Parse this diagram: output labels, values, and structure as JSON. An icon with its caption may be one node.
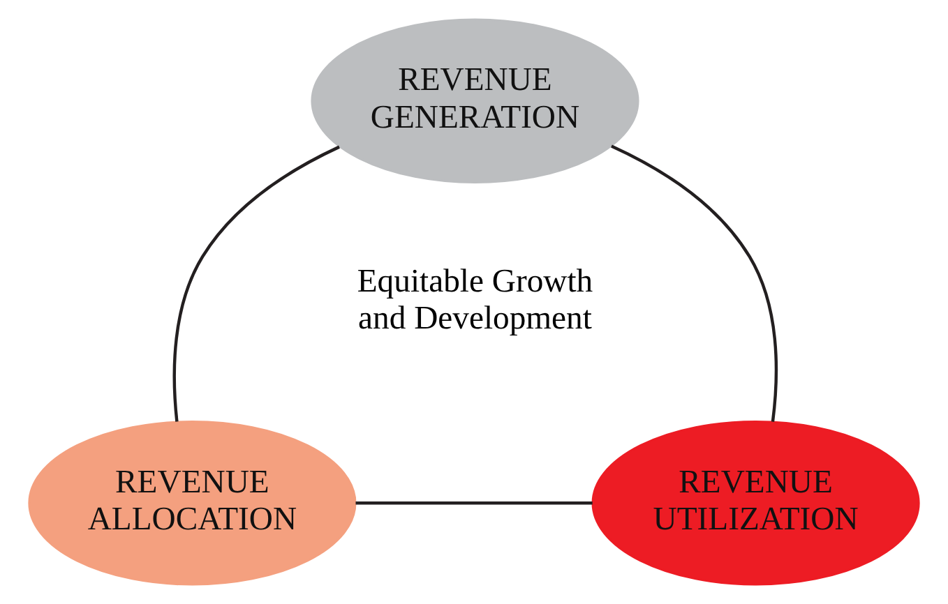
{
  "diagram": {
    "nodes": [
      {
        "text": [
          "REVENUE GENERATION"
        ]
      },
      {
        "text": [
          "REVENUE ALLOCATION"
        ]
      },
      {
        "text": [
          "REVENUE UTILIZATION"
        ]
      }
    ],
    "edges": [
      {
        "from": 0,
        "to": 1,
        "arrow": "none"
      },
      {
        "from": 1,
        "to": 2,
        "arrow": "none"
      },
      {
        "from": 0,
        "to": 2,
        "arrow": "none"
      }
    ],
    "labels": [
      "Equitable Growth and Development"
    ]
  }
}
